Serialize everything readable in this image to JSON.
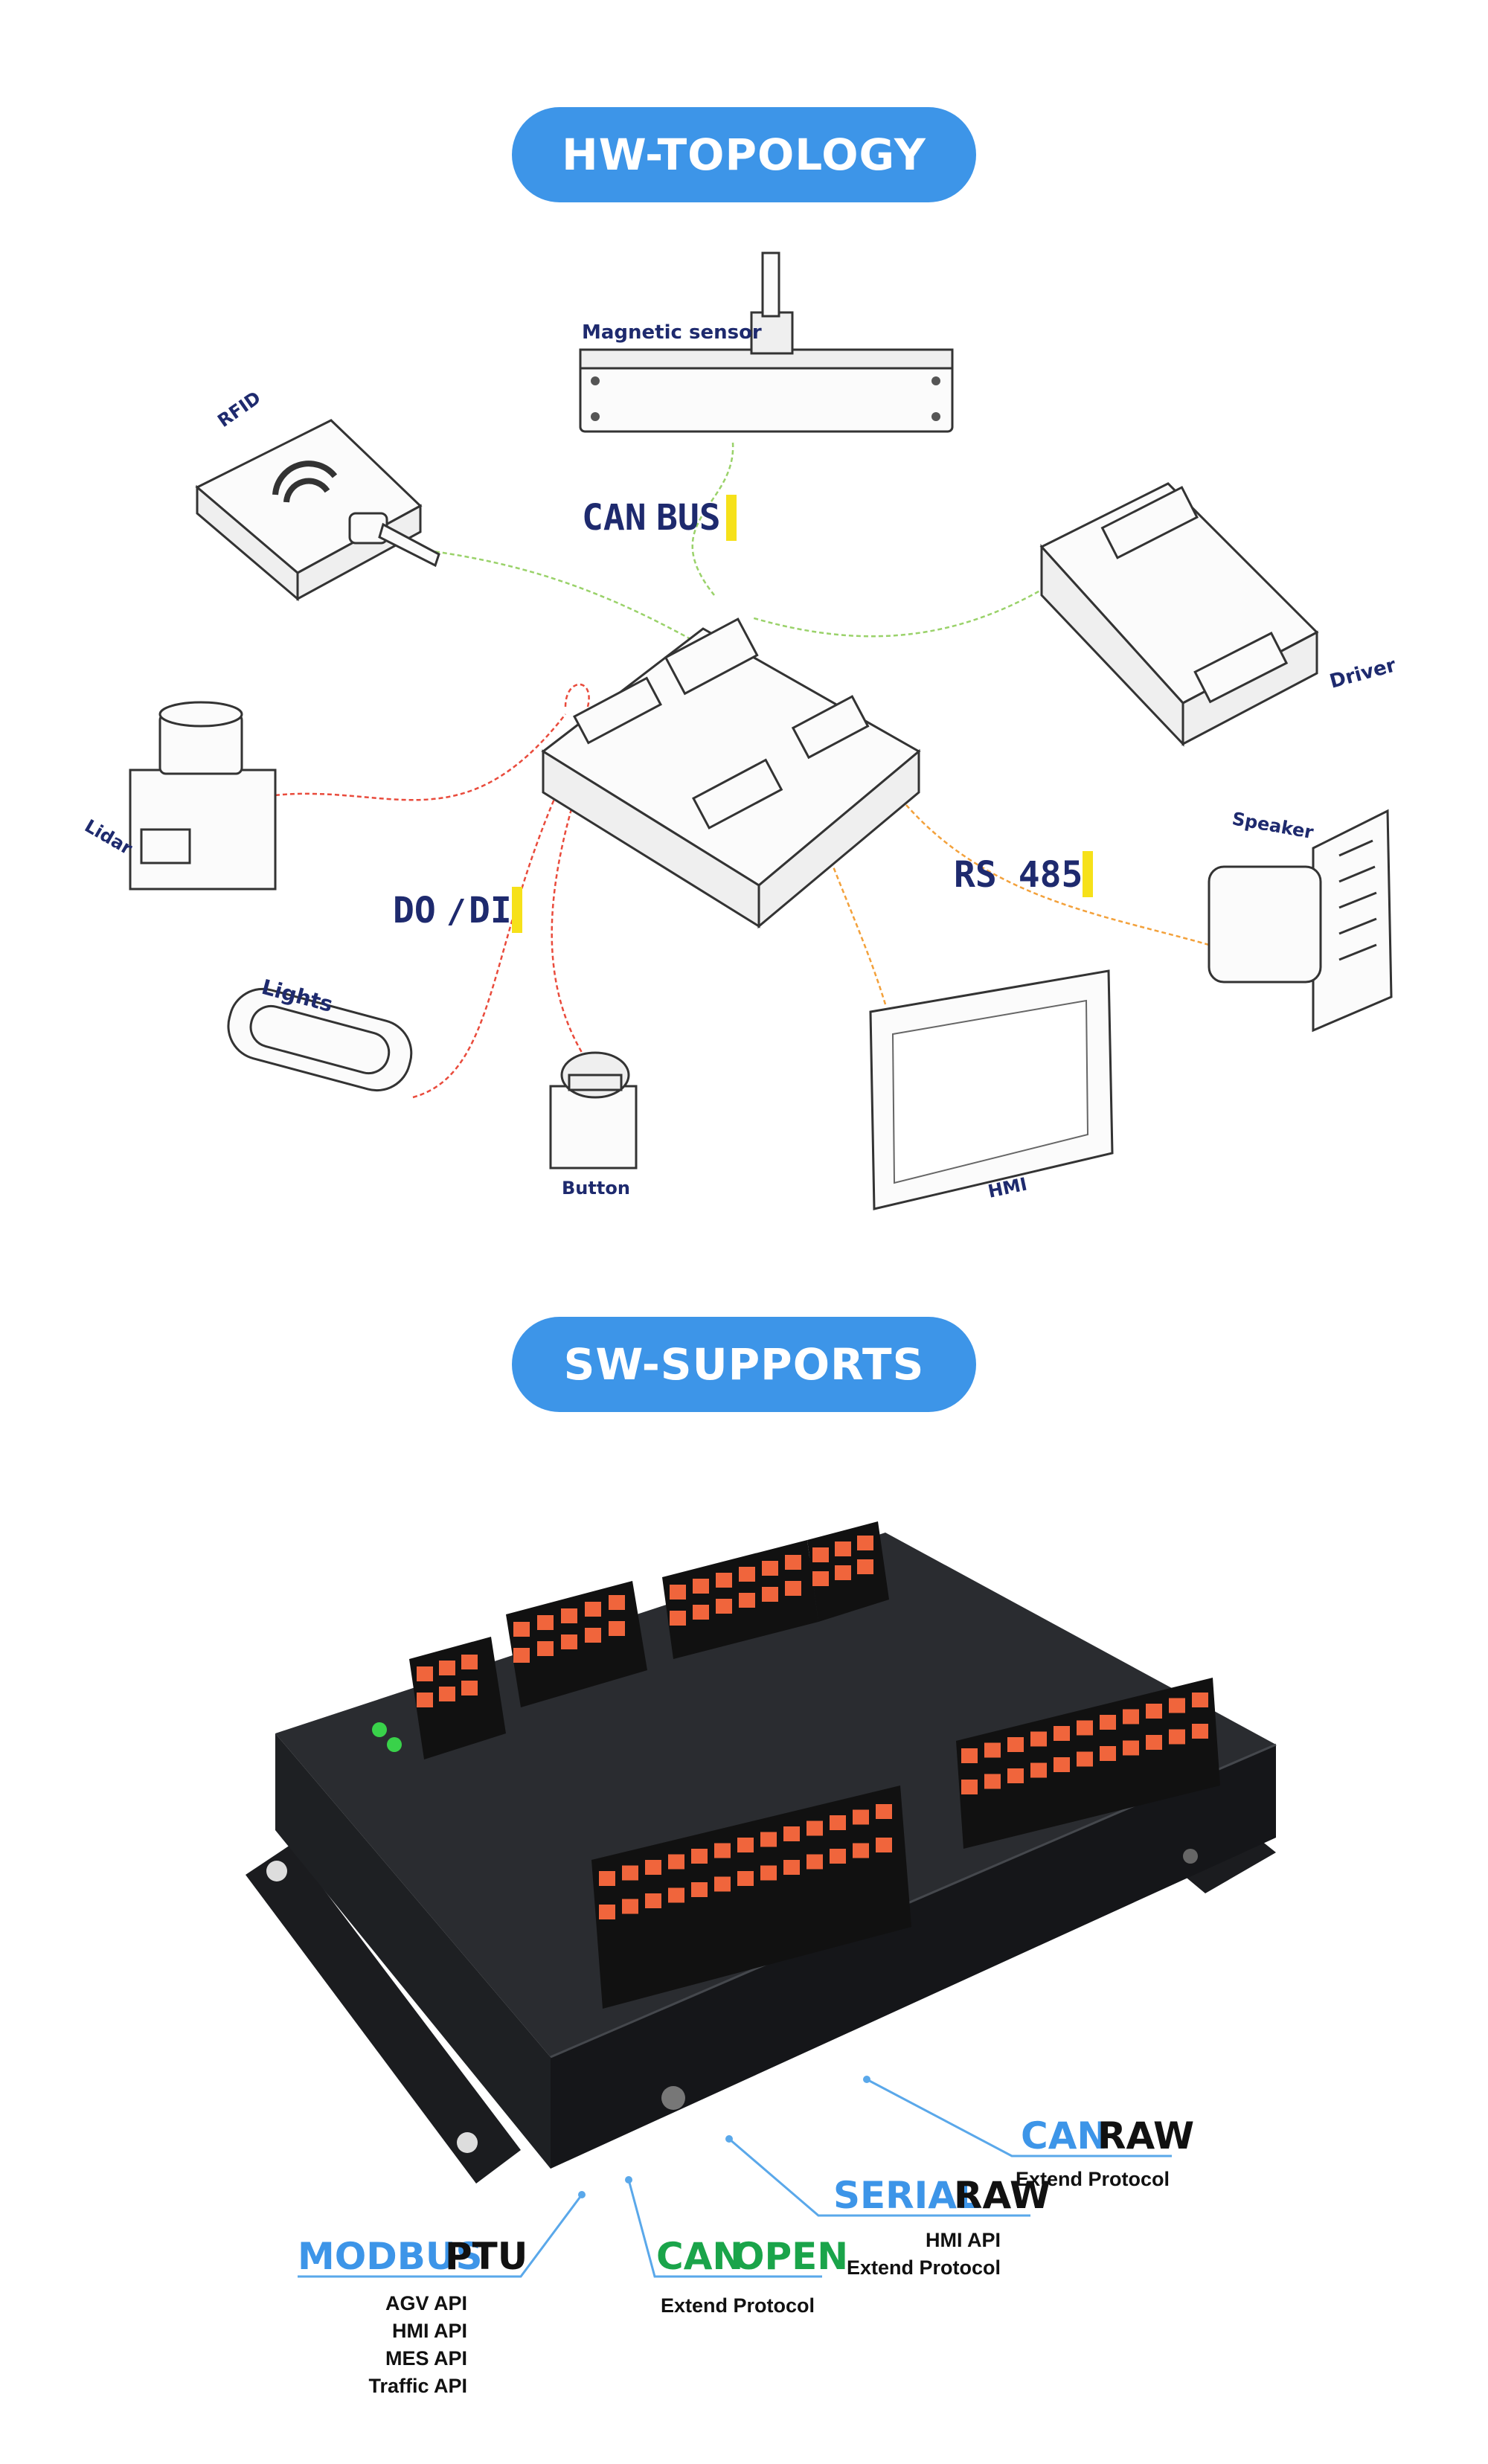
{
  "sections": {
    "hw_title": "HW-TOPOLOGY",
    "sw_title": "SW-SUPPORTS"
  },
  "hw_labels": {
    "magnetic_sensor": "Magnetic sensor",
    "rfid": "RFID",
    "lidar": "Lidar",
    "lights": "Lights",
    "button": "Button",
    "hmi": "HMI",
    "speaker": "Speaker",
    "driver": "Driver"
  },
  "bus_labels": {
    "can_bus_a": "CAN",
    "can_bus_b": "BUS",
    "rs485": "RS 485",
    "do_di_a": "DO",
    "do_di_sep": "/",
    "do_di_b": "DI"
  },
  "sw_labels": {
    "modbus": {
      "head_a": "MODBUS",
      "head_b": "PTU",
      "lines": [
        "AGV API",
        "HMI API",
        "MES API",
        "Traffic API"
      ]
    },
    "can_open": {
      "head_a": "CAN",
      "head_b": "OPEN",
      "lines": [
        "Extend Protocol"
      ]
    },
    "serial_raw": {
      "head_a": "SERIAL",
      "head_b": "RAW",
      "lines": [
        "HMI API",
        "Extend Protocol"
      ]
    },
    "can_raw": {
      "head_a": "CAN",
      "head_b": "RAW",
      "lines": [
        "Extend Protocol"
      ]
    }
  },
  "colors": {
    "pill": "#3d95e8",
    "can_wire": "#9ad26a",
    "io_wire": "#e94b3c",
    "rs485_wire": "#f3a13b",
    "marker": "#f6e11a",
    "connector": "#f0653c",
    "chassis": "#232528"
  }
}
